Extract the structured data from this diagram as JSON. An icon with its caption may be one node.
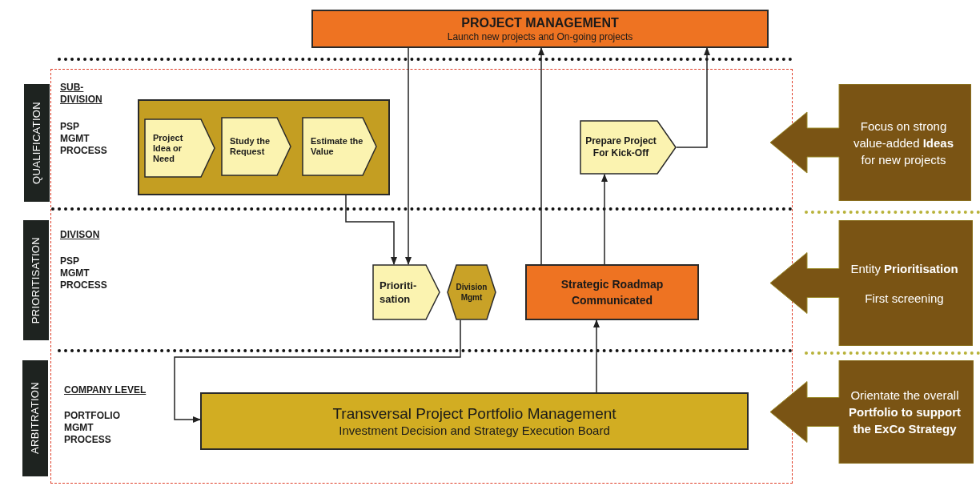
{
  "diagram": {
    "nodes": [
      {
        "text": [
          "PROJECT MANAGEMENT",
          "Launch new projects and On-going projects"
        ]
      },
      {
        "text": [
          "QUALIFICATION"
        ]
      },
      {
        "text": [
          "PRIORITISATION"
        ]
      },
      {
        "text": [
          "ARBITRATION"
        ]
      },
      {
        "text": [],
        "shape": "box"
      },
      {
        "text": [
          "Project Idea or Need"
        ],
        "in": 4
      },
      {
        "text": [
          "Study the Request"
        ],
        "in": 4
      },
      {
        "text": [
          "Estimate the Value"
        ],
        "in": 4
      },
      {
        "text": [
          "Prepare Project For Kick-Off"
        ]
      },
      {
        "text": [
          "Prioriti- sation"
        ]
      },
      {
        "text": [
          "Division Mgmt"
        ]
      },
      {
        "text": [
          "Strategic Roadmap Communicated"
        ]
      },
      {
        "text": [
          "Transversal Project Portfolio Management",
          "Investment Decision and Strategy Execution Board"
        ]
      },
      {
        "text": [
          "Focus on strong value-added **Ideas** for new projects"
        ]
      },
      {
        "text": [
          "Entity **Prioritisation**",
          "First screening"
        ]
      },
      {
        "text": [
          "Orientate the overall **Portfolio to support the ExCo Strategy**"
        ]
      }
    ],
    "edges": [
      {
        "from": 0,
        "to": 9,
        "arrow": "to"
      },
      {
        "from": 4,
        "to": 9,
        "arrow": "to"
      },
      {
        "from": 10,
        "to": 12,
        "arrow": "to"
      },
      {
        "from": 12,
        "to": 11,
        "arrow": "to"
      },
      {
        "from": 11,
        "to": 0,
        "arrow": "to"
      },
      {
        "from": 11,
        "to": 8,
        "arrow": "to"
      },
      {
        "from": 8,
        "to": 0,
        "arrow": "to"
      }
    ],
    "labels": [
      "SUB- DIVISION",
      "PSP MGMT PROCESS",
      "DIVISON",
      "PSP MGMT PROCESS",
      "COMPANY LEVEL",
      "PORTFOLIO MGMT PROCESS"
    ]
  }
}
